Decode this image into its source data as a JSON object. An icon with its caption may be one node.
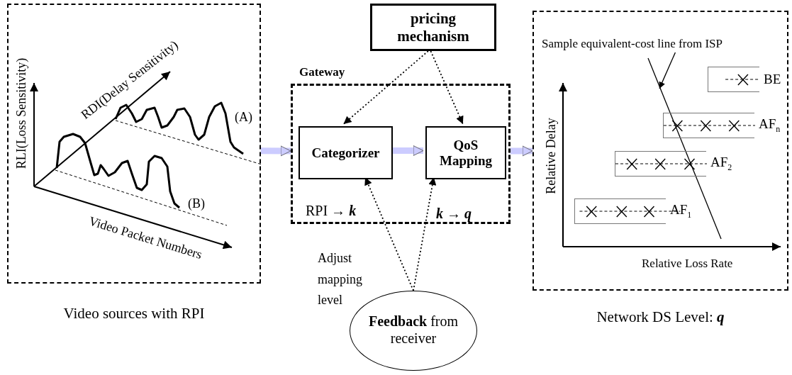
{
  "diagram": {
    "nodes": [
      {
        "text": [
          "Video sources with RPI"
        ]
      },
      {
        "text": [
          "pricing mechanism"
        ]
      },
      {
        "text": [
          "Gateway"
        ]
      },
      {
        "text": [
          "Categorizer"
        ],
        "in": 2,
        "beside": [
          "RPI → *k*"
        ]
      },
      {
        "text": [
          "QoS Mapping"
        ],
        "in": 2,
        "beside": [
          "*k* → *q*"
        ]
      },
      {
        "text": [
          "**Feedback** from receiver"
        ]
      },
      {
        "text": [
          "Network DS Level: *q*"
        ]
      },
      {
        "text": [
          "Sample equivalent-cost line from ISP"
        ],
        "in": 6
      },
      {
        "text": [],
        "shape": "line",
        "in": 6
      },
      {
        "text": [
          "BE"
        ],
        "in": 6
      },
      {
        "text": [
          "AF$_{n}$"
        ],
        "in": 6
      },
      {
        "text": [
          "AF$_{2}$"
        ],
        "in": 6
      },
      {
        "text": [
          "AF$_{1}$"
        ],
        "in": 6
      }
    ],
    "edges": [
      {
        "from": 0,
        "to": 2,
        "arrow": "to",
        "style": "thick",
        "color": "#ccccff"
      },
      {
        "from": 3,
        "to": 4,
        "arrow": "to",
        "style": "thick",
        "color": "#ccccff"
      },
      {
        "from": 2,
        "to": 6,
        "arrow": "to",
        "style": "thick",
        "color": "#ccccff"
      },
      {
        "from": 1,
        "to": 3,
        "arrow": "to",
        "style": "dashed"
      },
      {
        "from": 1,
        "to": 4,
        "arrow": "to",
        "style": "dashed"
      },
      {
        "from": 5,
        "to": 3,
        "arrow": "to",
        "style": "dashed"
      },
      {
        "from": 5,
        "to": 4,
        "arrow": "to",
        "style": "dashed"
      },
      {
        "from": 7,
        "to": 8,
        "arrow": "to"
      }
    ],
    "labels": [
      "RLI(Loss Sensitivity)",
      "RDI(Delay Sensitivity)",
      "(A)",
      "(B)",
      "Video Packet Numbers",
      "Adjust mapping level",
      "Relative Delay",
      "Relative Loss Rate"
    ]
  }
}
